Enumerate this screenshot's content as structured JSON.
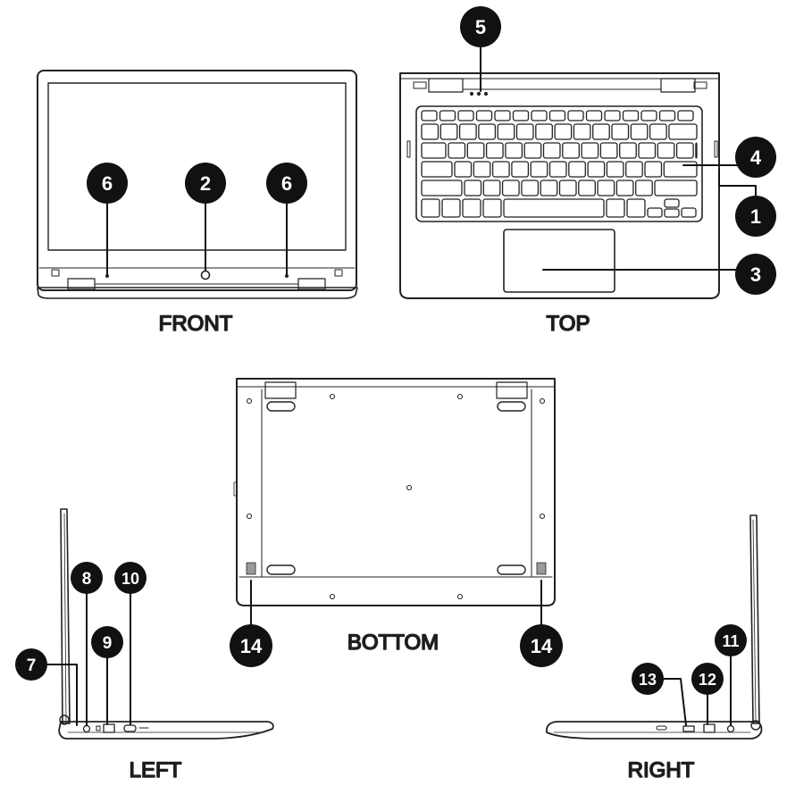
{
  "views": {
    "front": "FRONT",
    "top": "TOP",
    "bottom": "BOTTOM",
    "left": "LEFT",
    "right": "RIGHT"
  },
  "callouts": {
    "c1": "1",
    "c2": "2",
    "c3": "3",
    "c4": "4",
    "c5": "5",
    "c6a": "6",
    "c6b": "6",
    "c7": "7",
    "c8": "8",
    "c9": "9",
    "c10": "10",
    "c11": "11",
    "c12": "12",
    "c13": "13",
    "c14a": "14",
    "c14b": "14"
  },
  "colors": {
    "line": "#222222",
    "callout": "#111111",
    "background": "#ffffff"
  }
}
